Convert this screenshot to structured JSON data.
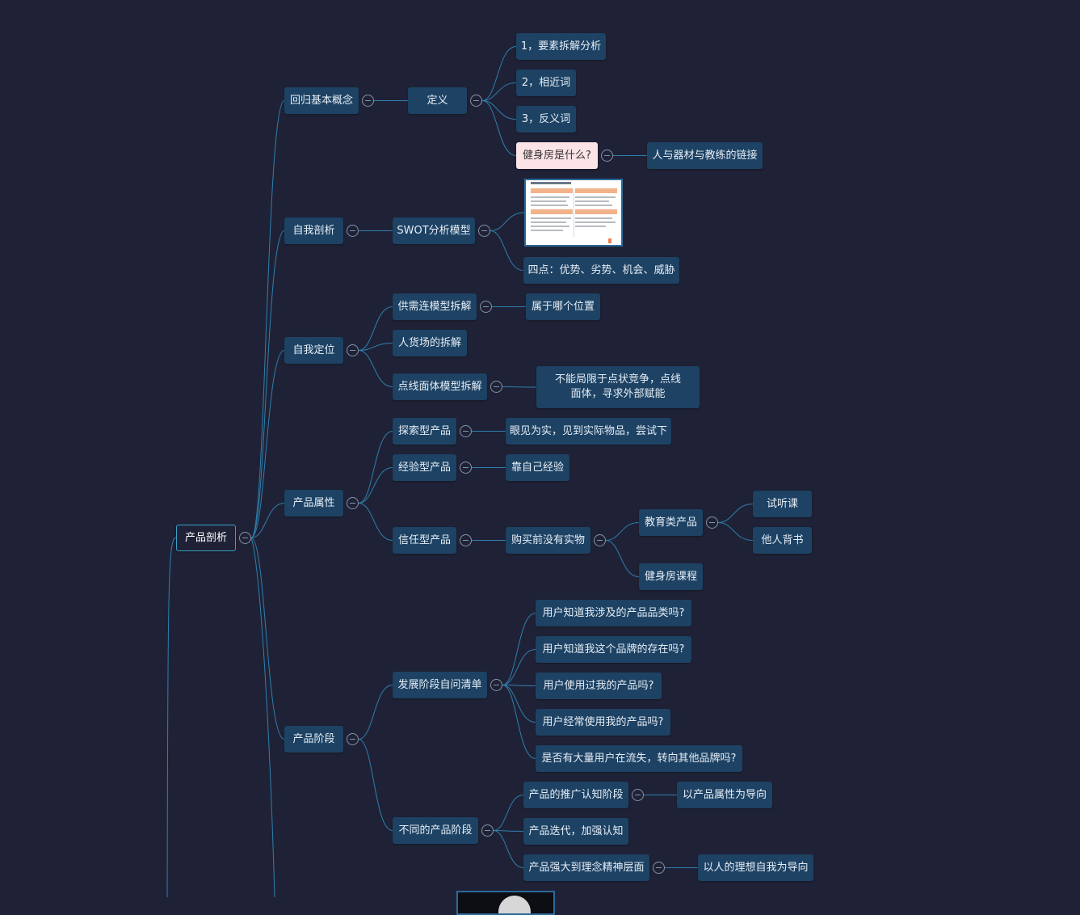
{
  "mindmap": {
    "nodes": [
      {
        "id": "root",
        "label": "产品剖析",
        "cls": "root"
      },
      {
        "id": "n_hgjbgn",
        "label": "回归基本概念"
      },
      {
        "id": "n_dingyi",
        "label": "定义"
      },
      {
        "id": "n_ysfx",
        "label": "1，要素拆解分析"
      },
      {
        "id": "n_xjc",
        "label": "2，相近词"
      },
      {
        "id": "n_fyc",
        "label": "3，反义词"
      },
      {
        "id": "n_jsf",
        "label": "健身房是什么?",
        "cls": "highlight"
      },
      {
        "id": "n_rqc",
        "label": "人与器材与教练的链接"
      },
      {
        "id": "n_zwpx",
        "label": "自我剖析"
      },
      {
        "id": "n_swot",
        "label": "SWOT分析模型"
      },
      {
        "id": "n_sidian",
        "label": "四点：优势、劣势、机会、威胁"
      },
      {
        "id": "n_zwdw",
        "label": "自我定位"
      },
      {
        "id": "n_gxl",
        "label": "供需连模型拆解"
      },
      {
        "id": "n_snwz",
        "label": "属于哪个位置"
      },
      {
        "id": "n_rhc",
        "label": "人货场的拆解"
      },
      {
        "id": "n_dxm",
        "label": "点线面体模型拆解"
      },
      {
        "id": "n_bnjx",
        "label": "不能局限于点状竞争，点线面体，寻求外部赋能",
        "cls": "wrap"
      },
      {
        "id": "n_cpsx",
        "label": "产品属性"
      },
      {
        "id": "n_tsx",
        "label": "探索型产品"
      },
      {
        "id": "n_yjws",
        "label": "眼见为实，见到实际物品，尝试下"
      },
      {
        "id": "n_jyx",
        "label": "经验型产品"
      },
      {
        "id": "n_kzj",
        "label": "靠自己经验"
      },
      {
        "id": "n_xrx",
        "label": "信任型产品"
      },
      {
        "id": "n_gmq",
        "label": "购买前没有实物"
      },
      {
        "id": "n_jylcp",
        "label": "教育类产品"
      },
      {
        "id": "n_stk",
        "label": "试听课"
      },
      {
        "id": "n_trbs",
        "label": "他人背书"
      },
      {
        "id": "n_jsfkc",
        "label": "健身房课程"
      },
      {
        "id": "n_cpjd",
        "label": "产品阶段"
      },
      {
        "id": "n_fzjd",
        "label": "发展阶段自问清单"
      },
      {
        "id": "n_q1",
        "label": "用户知道我涉及的产品品类吗?"
      },
      {
        "id": "n_q2",
        "label": "用户知道我这个品牌的存在吗?"
      },
      {
        "id": "n_q3",
        "label": "用户使用过我的产品吗?"
      },
      {
        "id": "n_q4",
        "label": "用户经常使用我的产品吗?"
      },
      {
        "id": "n_q5",
        "label": "是否有大量用户在流失，转向其他品牌吗?"
      },
      {
        "id": "n_btjd",
        "label": "不同的产品阶段"
      },
      {
        "id": "n_tgrz",
        "label": "产品的推广认知阶段"
      },
      {
        "id": "n_ycpsx",
        "label": "以产品属性为导向"
      },
      {
        "id": "n_cpdd",
        "label": "产品迭代，加强认知"
      },
      {
        "id": "n_cpqd",
        "label": "产品强大到理念精神层面"
      },
      {
        "id": "n_yrdlx",
        "label": "以人的理想自我为导向"
      }
    ],
    "edges": [
      [
        "root",
        "n_hgjbgn"
      ],
      [
        "root",
        "n_zwpx"
      ],
      [
        "root",
        "n_zwdw"
      ],
      [
        "root",
        "n_cpsx"
      ],
      [
        "root",
        "n_cpjd"
      ],
      [
        "n_hgjbgn",
        "n_dingyi"
      ],
      [
        "n_dingyi",
        "n_ysfx"
      ],
      [
        "n_dingyi",
        "n_xjc"
      ],
      [
        "n_dingyi",
        "n_fyc"
      ],
      [
        "n_dingyi",
        "n_jsf"
      ],
      [
        "n_jsf",
        "n_rqc"
      ],
      [
        "n_zwpx",
        "n_swot"
      ],
      [
        "n_swot",
        "img_swot"
      ],
      [
        "n_swot",
        "n_sidian"
      ],
      [
        "n_zwdw",
        "n_gxl"
      ],
      [
        "n_zwdw",
        "n_rhc"
      ],
      [
        "n_zwdw",
        "n_dxm"
      ],
      [
        "n_gxl",
        "n_snwz"
      ],
      [
        "n_dxm",
        "n_bnjx"
      ],
      [
        "n_cpsx",
        "n_tsx"
      ],
      [
        "n_cpsx",
        "n_jyx"
      ],
      [
        "n_cpsx",
        "n_xrx"
      ],
      [
        "n_tsx",
        "n_yjws"
      ],
      [
        "n_jyx",
        "n_kzj"
      ],
      [
        "n_xrx",
        "n_gmq"
      ],
      [
        "n_gmq",
        "n_jylcp"
      ],
      [
        "n_gmq",
        "n_jsfkc"
      ],
      [
        "n_jylcp",
        "n_stk"
      ],
      [
        "n_jylcp",
        "n_trbs"
      ],
      [
        "n_cpjd",
        "n_fzjd"
      ],
      [
        "n_cpjd",
        "n_btjd"
      ],
      [
        "n_fzjd",
        "n_q1"
      ],
      [
        "n_fzjd",
        "n_q2"
      ],
      [
        "n_fzjd",
        "n_q3"
      ],
      [
        "n_fzjd",
        "n_q4"
      ],
      [
        "n_fzjd",
        "n_q5"
      ],
      [
        "n_btjd",
        "n_tgrz"
      ],
      [
        "n_btjd",
        "n_cpdd"
      ],
      [
        "n_btjd",
        "n_cpqd"
      ],
      [
        "n_tgrz",
        "n_ycpsx"
      ],
      [
        "n_cpqd",
        "n_yrdlx"
      ]
    ],
    "collapsible": [
      "root",
      "n_hgjbgn",
      "n_dingyi",
      "n_jsf",
      "n_zwpx",
      "n_swot",
      "n_zwdw",
      "n_gxl",
      "n_dxm",
      "n_cpsx",
      "n_tsx",
      "n_jyx",
      "n_xrx",
      "n_gmq",
      "n_jylcp",
      "n_cpjd",
      "n_fzjd",
      "n_btjd",
      "n_tgrz",
      "n_cpqd"
    ],
    "colors": {
      "background": "#1f2236",
      "node_fill": "#1d4264",
      "node_text": "#e6edf5",
      "highlight_fill": "#fbe3e6",
      "root_border": "#3aa1c7",
      "edge": "#2e7fae"
    }
  }
}
